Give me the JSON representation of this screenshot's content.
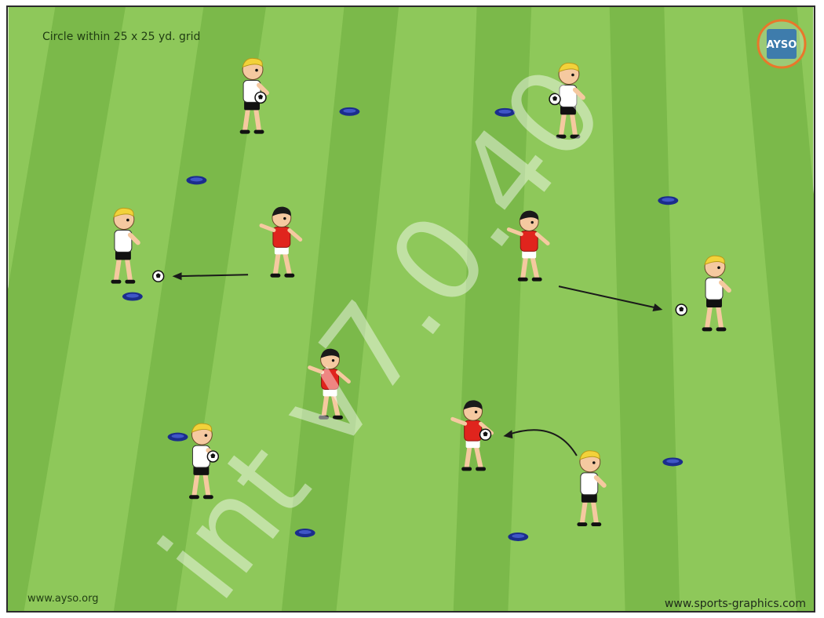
{
  "caption": "Circle within 25 x 25 yd. grid",
  "footer_left": "www.ayso.org",
  "footer_right": "www.sports-graphics.com",
  "logo": {
    "text": "AYSO",
    "icon": "ayso-logo-icon"
  },
  "watermark_text": "int v7.0.40",
  "colors": {
    "grass_light": "#8ec85a",
    "grass_dark": "#7bb94a",
    "cone": "#1b2d8c",
    "red_team": "#e0241d",
    "white_team": "#ffffff",
    "hair_blond": "#f2d23a",
    "hair_dark": "#1a1a1a",
    "logo_accent": "#e9772b",
    "logo_blue": "#2e6fb5"
  }
}
